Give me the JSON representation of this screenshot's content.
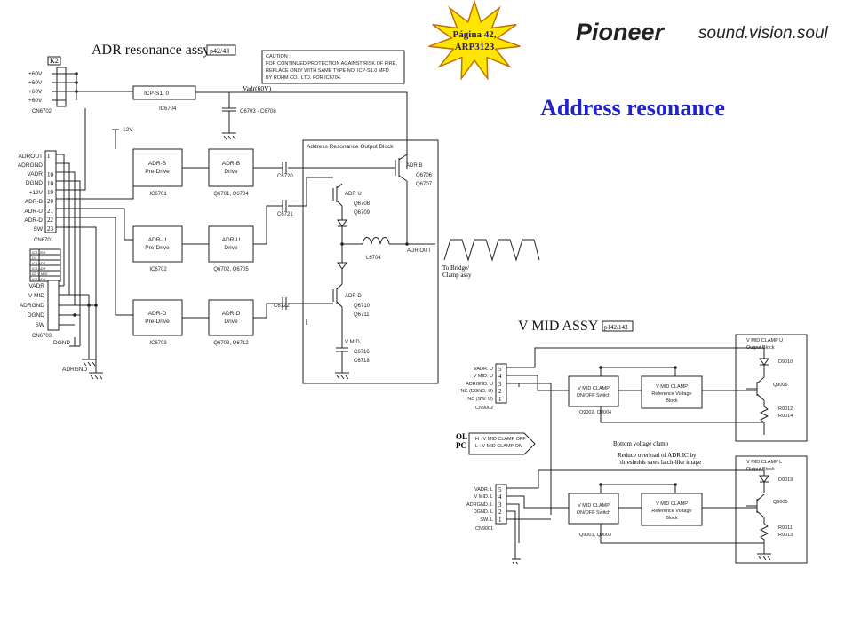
{
  "brand": {
    "logo_text": "Pioneer",
    "tagline": "sound.vision.soul",
    "color": "#1a1aa0"
  },
  "burst": {
    "line1": "Página 42,",
    "line2": "ARP3123",
    "fill": "#ffe600",
    "stroke": "#c07000"
  },
  "title": "Address resonance",
  "title_color": "#2222cc",
  "adr": {
    "assy_title": "ADR resonance assy",
    "assy_page": "p42/43",
    "caution": [
      "CAUTION :",
      "FOR CONTINUED PROTECTION AGAINST RISK OF FIRE,",
      "REPLACE ONLY WITH SAME TYPE NO. ICP-S1.0 MFD",
      "BY ROHM CO., LTD. FOR IC6704."
    ],
    "k_label": "K2",
    "power_pins": [
      "+60V",
      "+60V",
      "+60V",
      "+60V"
    ],
    "cn6702": "CN6702",
    "icp": "ICP-S1, 0",
    "ic6704": "IC6704",
    "vadr_label": "Vadr(60V)",
    "cap_c6703": "C6703 - C6708",
    "v12": "12V",
    "left_pins": [
      "ADROUT",
      "ADRGND",
      "VADR",
      "DGND",
      "+12V",
      "ADR-B",
      "ADR-U",
      "ADR-D",
      "SW"
    ],
    "pin_numbers": [
      "1",
      "10",
      "10",
      "19",
      "20",
      "21",
      "22",
      "23"
    ],
    "cn6701": "CN6701",
    "table_rows": [
      "IC5 VSS",
      "D1",
      "IC3 ADS",
      "IC3 ADR",
      "D3 V MID",
      "IC3 ADA"
    ],
    "lower_pins": [
      "VADR",
      "V MID",
      "ADRGND",
      "DGND",
      "SW"
    ],
    "cn6703": "CN6703",
    "dgnd": "DGND",
    "adrgnd": "ADRGND",
    "blocks": {
      "b_pre": [
        "ADR-B",
        "Pre-Drive"
      ],
      "b_drv": [
        "ADR-B",
        "Drive"
      ],
      "u_pre": [
        "ADR-U",
        "Pre-Drive"
      ],
      "u_drv": [
        "ADR-U",
        "Drive"
      ],
      "d_pre": [
        "ADR-D",
        "Pre-Drive"
      ],
      "d_drv": [
        "ADR-D",
        "Drive"
      ]
    },
    "ic6701": "IC6701",
    "q6701": "Q6701, Q6704",
    "ic6702": "IC6702",
    "q6702": "Q6702, Q6705",
    "ic6703": "IC6703",
    "q6703": "Q6703, Q6712",
    "caps": [
      "C6720",
      "C6721",
      "C6722"
    ],
    "output_block": "Address Resonance Output Block",
    "adr_b": [
      "ADR B",
      "Q6706",
      "Q6707"
    ],
    "adr_u": [
      "ADR U",
      "Q6708",
      "Q6709"
    ],
    "adr_d": [
      "ADR D",
      "Q6710",
      "Q6711"
    ],
    "l6704": "L6704",
    "adr_out": "ADR OUT",
    "vmid": [
      "V MID",
      "C6716",
      "C6718"
    ],
    "bridge_note": [
      "To Bridge/",
      "Clamp assy"
    ]
  },
  "vmid": {
    "assy_title": "V MID ASSY",
    "assy_page": "p142/143",
    "upper_pins": [
      "VADR. U",
      "V MID. U",
      "ADRGND. U",
      "NC (DGND. U)",
      "NC (SW. U)"
    ],
    "upper_nums": [
      "5",
      "4",
      "3",
      "2",
      "1"
    ],
    "cn9002": "CN9002",
    "onoff_u": [
      "V MID CLAMP",
      "ON/OFF Switch"
    ],
    "ref_u": [
      "V MID CLAMP",
      "Reference Voltage",
      "Block"
    ],
    "q9002": "Q9002, Q9004",
    "outblk_u": [
      "V MID CLAMP U",
      "Output Block"
    ],
    "u_parts": [
      "D9010",
      "Q9006",
      "R9012",
      "R9014"
    ],
    "ol_labels": [
      "OL",
      "PC"
    ],
    "bubble": [
      "H : V MID CLAMP OFF",
      "L : V MID CLAMP ON"
    ],
    "note1": "Bottom voltage clamp",
    "note2": [
      "Reduce overload of ADR IC by",
      "thresholds saws latch-like image"
    ],
    "lower_pins": [
      "VADR. L",
      "V MID. L",
      "ADRGND. L",
      "DGND. L",
      "SW. L"
    ],
    "lower_nums": [
      "5",
      "4",
      "3",
      "2",
      "1"
    ],
    "cn9001": "CN9001",
    "onoff_l": [
      "V MID CLAMP",
      "ON/OFF Switch"
    ],
    "ref_l": [
      "V MID CLAMP",
      "Reference Voltage",
      "Block"
    ],
    "q9001": "Q9001, Q9003",
    "outblk_l": [
      "V MID CLAMP L",
      "Output Block"
    ],
    "l_parts": [
      "D9019",
      "Q9005",
      "R9011",
      "R9013"
    ]
  }
}
